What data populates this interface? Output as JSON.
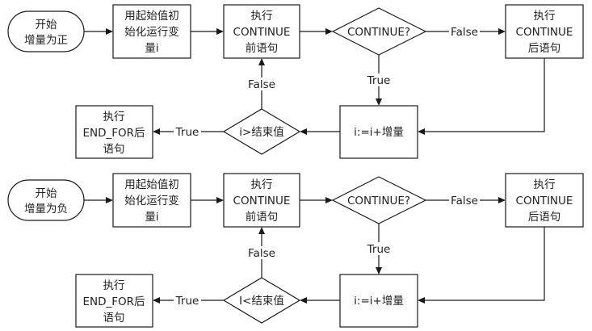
{
  "colors": {
    "stroke": "#1a1a1a",
    "text": "#222222",
    "background": "#ffffff"
  },
  "flows": [
    {
      "id": "positive",
      "start": {
        "lines": [
          "开始",
          "增量为正"
        ]
      },
      "init": {
        "lines": [
          "用起始值初",
          "始化运行变",
          "量i"
        ]
      },
      "before_continue": {
        "lines": [
          "执行",
          "CONTINUE",
          "前语句"
        ]
      },
      "continue_check": {
        "text": "CONTINUE?"
      },
      "after_continue": {
        "lines": [
          "执行",
          "CONTINUE",
          "后语句"
        ]
      },
      "increment": {
        "text": "i:=i+增量"
      },
      "end_check": {
        "text": "i>结束值"
      },
      "end_for": {
        "lines": [
          "执行",
          "END_FOR后",
          "语句"
        ]
      },
      "edge_labels": {
        "continue_false": "False",
        "continue_true": "True",
        "end_false": "False",
        "end_true": "True"
      }
    },
    {
      "id": "negative",
      "start": {
        "lines": [
          "开始",
          "增量为负"
        ]
      },
      "init": {
        "lines": [
          "用起始值初",
          "始化运行变",
          "量i"
        ]
      },
      "before_continue": {
        "lines": [
          "执行",
          "CONTINUE",
          "前语句"
        ]
      },
      "continue_check": {
        "text": "CONTINUE?"
      },
      "after_continue": {
        "lines": [
          "执行",
          "CONTINUE",
          "后语句"
        ]
      },
      "increment": {
        "text": "i:=i+增量"
      },
      "end_check": {
        "text": "I<结束值"
      },
      "end_for": {
        "lines": [
          "执行",
          "END_FOR后",
          "语句"
        ]
      },
      "edge_labels": {
        "continue_false": "False",
        "continue_true": "True",
        "end_false": "False",
        "end_true": "True"
      }
    }
  ]
}
